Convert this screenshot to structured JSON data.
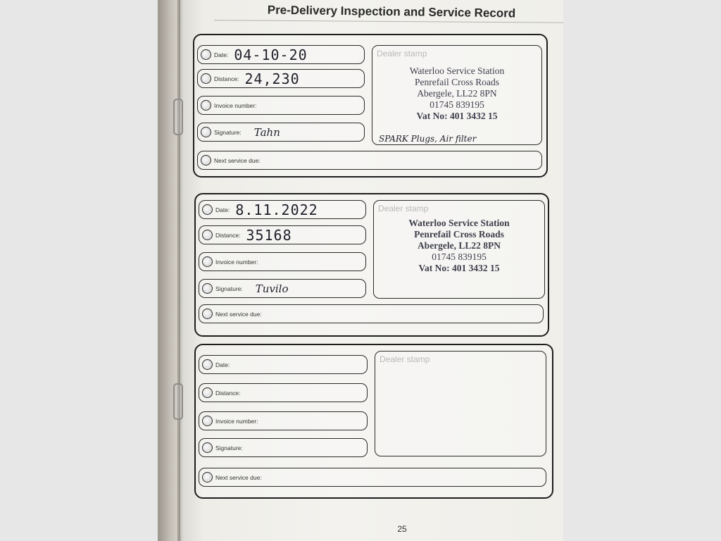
{
  "header": {
    "title": "Pre-Delivery Inspection and Service Record"
  },
  "labels": {
    "date": "Date:",
    "distance": "Distance:",
    "invoice": "Invoice number:",
    "signature": "Signature:",
    "next_service": "Next service due:",
    "dealer_stamp": "Dealer stamp"
  },
  "records": [
    {
      "date": "04-10-20",
      "distance": "24,230",
      "invoice": "",
      "signature": "Tahn",
      "next_service": "",
      "stamp": [
        "Waterloo Service Station",
        "Penrefail Cross Roads",
        "Abergele, LL22 8PN",
        "01745 839195",
        "Vat No: 401 3432 15"
      ],
      "note": "SPARK Plugs, Air filter"
    },
    {
      "date": "8.11.2022",
      "distance": "35168",
      "invoice": "",
      "signature": "Tuvilo",
      "next_service": "",
      "stamp": [
        "Waterloo Service Station",
        "Penrefail Cross Roads",
        "Abergele, LL22 8PN",
        "01745 839195",
        "Vat No: 401 3432 15"
      ],
      "note": ""
    },
    {
      "date": "",
      "distance": "",
      "invoice": "",
      "signature": "",
      "next_service": "",
      "stamp": [],
      "note": ""
    }
  ],
  "footer": {
    "page_number": "25"
  }
}
